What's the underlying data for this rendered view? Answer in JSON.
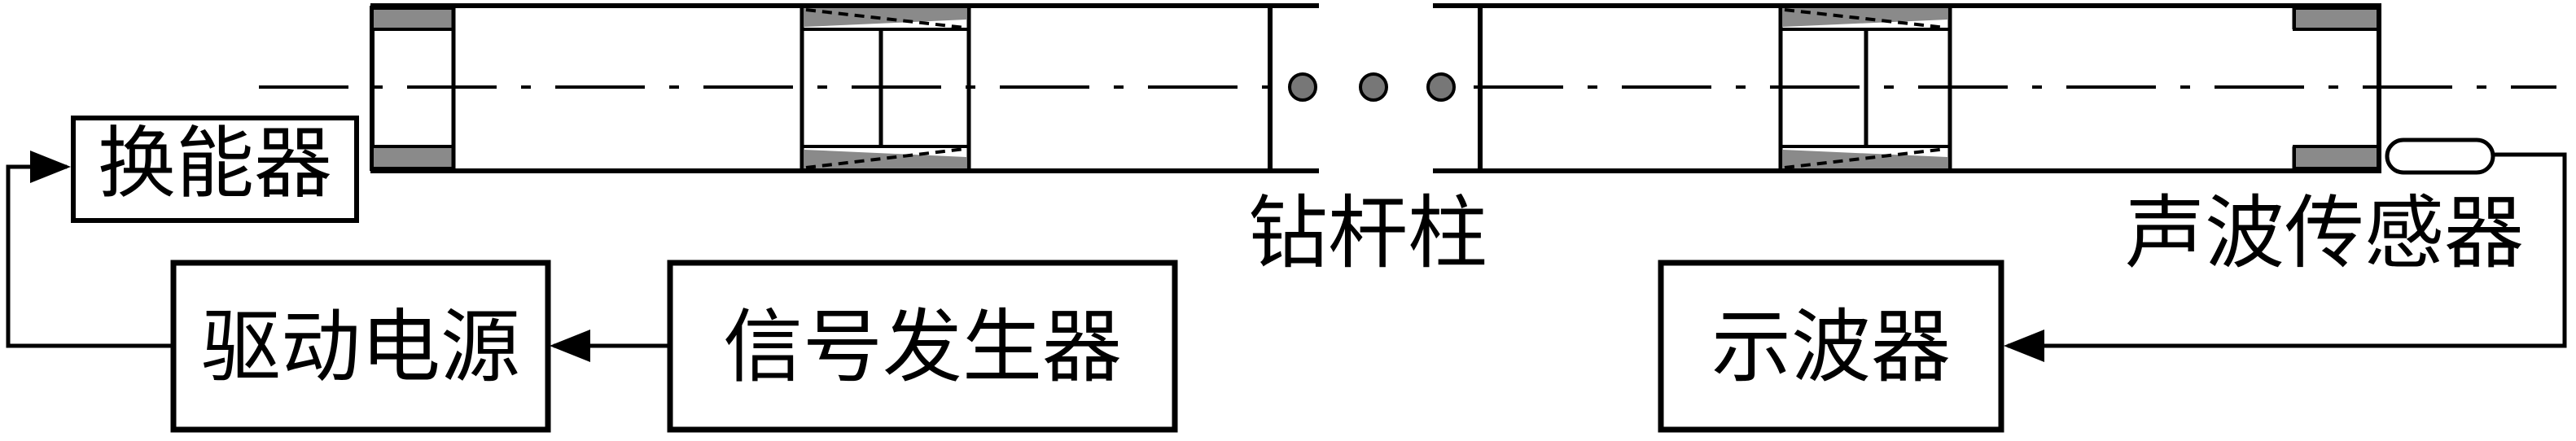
{
  "labels": {
    "transducer": "换能器",
    "drill_string": "钻杆柱",
    "acoustic_sensor": "声波传感器",
    "drive_power": "驱动电源",
    "signal_generator": "信号发生器",
    "oscilloscope": "示波器"
  },
  "colors": {
    "stroke": "#000000",
    "fill_gray": "#8a8a8a",
    "joint_dot": "#777777",
    "background": "#ffffff"
  }
}
